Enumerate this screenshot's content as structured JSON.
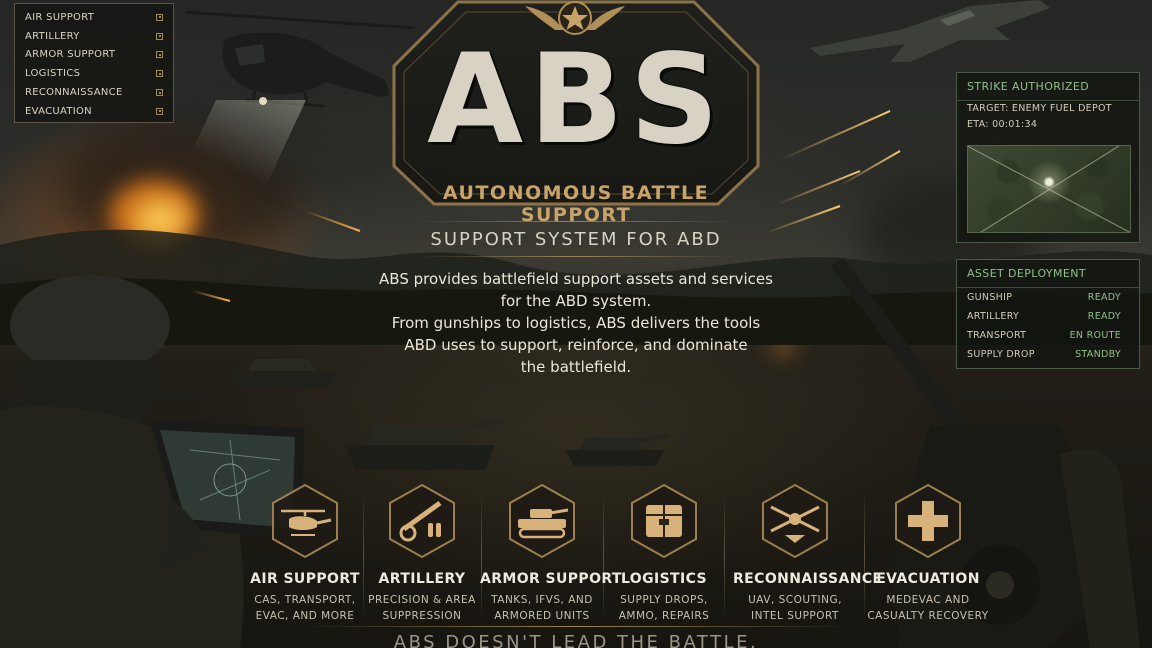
{
  "left_menu": {
    "items": [
      {
        "label": "AIR SUPPORT"
      },
      {
        "label": "ARTILLERY"
      },
      {
        "label": "ARMOR SUPPORT"
      },
      {
        "label": "LOGISTICS"
      },
      {
        "label": "RECONNAISSANCE"
      },
      {
        "label": "EVACUATION"
      }
    ]
  },
  "hero": {
    "title": "ABS",
    "subtitle": "AUTONOMOUS BATTLE SUPPORT",
    "tagline": "SUPPORT SYSTEM FOR ABD",
    "description_lines": [
      "ABS provides battlefield support assets and services",
      "for the ABD system.",
      "From gunships to logistics, ABS delivers the tools",
      "ABD uses to support, reinforce, and dominate",
      "the battlefield."
    ]
  },
  "strike_panel": {
    "title": "STRIKE AUTHORIZED",
    "target": "TARGET: ENEMY FUEL DEPOT",
    "eta": "ETA: 00:01:34"
  },
  "asset_panel": {
    "title": "ASSET DEPLOYMENT",
    "rows": [
      {
        "name": "GUNSHIP",
        "status": "READY"
      },
      {
        "name": "ARTILLERY",
        "status": "READY"
      },
      {
        "name": "TRANSPORT",
        "status": "EN ROUTE"
      },
      {
        "name": "SUPPLY DROP",
        "status": "STANDBY"
      }
    ]
  },
  "services": [
    {
      "icon": "helicopter-icon",
      "title": "AIR SUPPORT",
      "line1": "CAS, TRANSPORT,",
      "line2": "EVAC, AND MORE"
    },
    {
      "icon": "artillery-icon",
      "title": "ARTILLERY",
      "line1": "PRECISION & AREA",
      "line2": "SUPPRESSION"
    },
    {
      "icon": "tank-icon",
      "title": "ARMOR SUPPORT",
      "line1": "TANKS, IFVS, AND",
      "line2": "ARMORED UNITS"
    },
    {
      "icon": "supply-crate-icon",
      "title": "LOGISTICS",
      "line1": "SUPPLY DROPS,",
      "line2": "AMMO, REPAIRS"
    },
    {
      "icon": "drone-icon",
      "title": "RECONNAISSANCE",
      "line1": "UAV, SCOUTING,",
      "line2": "INTEL SUPPORT"
    },
    {
      "icon": "medical-cross-icon",
      "title": "EVACUATION",
      "line1": "MEDEVAC AND",
      "line2": "CASUALTY RECOVERY"
    }
  ],
  "footer": {
    "text": "ABS DOESN'T LEAD THE BATTLE."
  },
  "colors": {
    "accent_gold": "#c9a46a",
    "status_green": "#8fc08a",
    "text_light": "#e8e2d4"
  }
}
